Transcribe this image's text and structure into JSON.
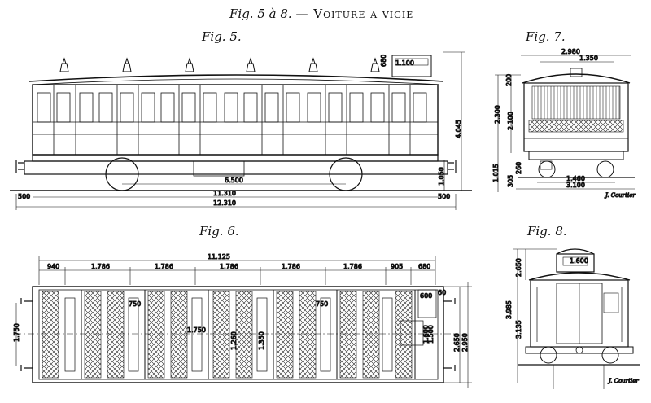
{
  "title": {
    "fig_prefix": "Fig. 5 à 8.",
    "text": "— Voiture a vigie"
  },
  "figures": {
    "fig5": "Fig. 5.",
    "fig6": "Fig. 6.",
    "fig7": "Fig. 7.",
    "fig8": "Fig. 8."
  },
  "fig5_dims": {
    "roof_box": "1.100",
    "box_height": "680",
    "total_height": "4.045",
    "wheelbase": "6.500",
    "body_length": "11.310",
    "total_length": "12.310",
    "overhang_left": "500",
    "overhang_right": "500",
    "axle_height": "1.050"
  },
  "fig6_dims": {
    "overall": "11.125",
    "seg1": "940",
    "seg2": "1.786",
    "seg3": "1.786",
    "seg4": "1.786",
    "seg5": "1.786",
    "seg6": "1.786",
    "seg7": "905",
    "seg8": "680",
    "width_left": "1.750",
    "inner_center": "1.750",
    "comp1": "750",
    "comp2": "750",
    "comp3": "1.260",
    "comp4": "1.350",
    "width_a": "2.650",
    "width_b": "2.950",
    "brake_a": "1.500",
    "brake_b": "1.600",
    "brake_c": "600",
    "brake_d": "60"
  },
  "fig7_dims": {
    "top_width": "2.980",
    "roof_width": "1.350",
    "height_a": "2.300",
    "height_b": "2.100",
    "height_c": "200",
    "height_d": "1.015",
    "base_a": "305",
    "base_b": "260",
    "base_c": "1.460",
    "track": "3.100",
    "signature": "J. Courtier"
  },
  "fig8_dims": {
    "lookout_width": "1.600",
    "height_top": "2.650",
    "height_total": "3.985",
    "height_body": "3.135",
    "signature": "J. Courtier"
  }
}
